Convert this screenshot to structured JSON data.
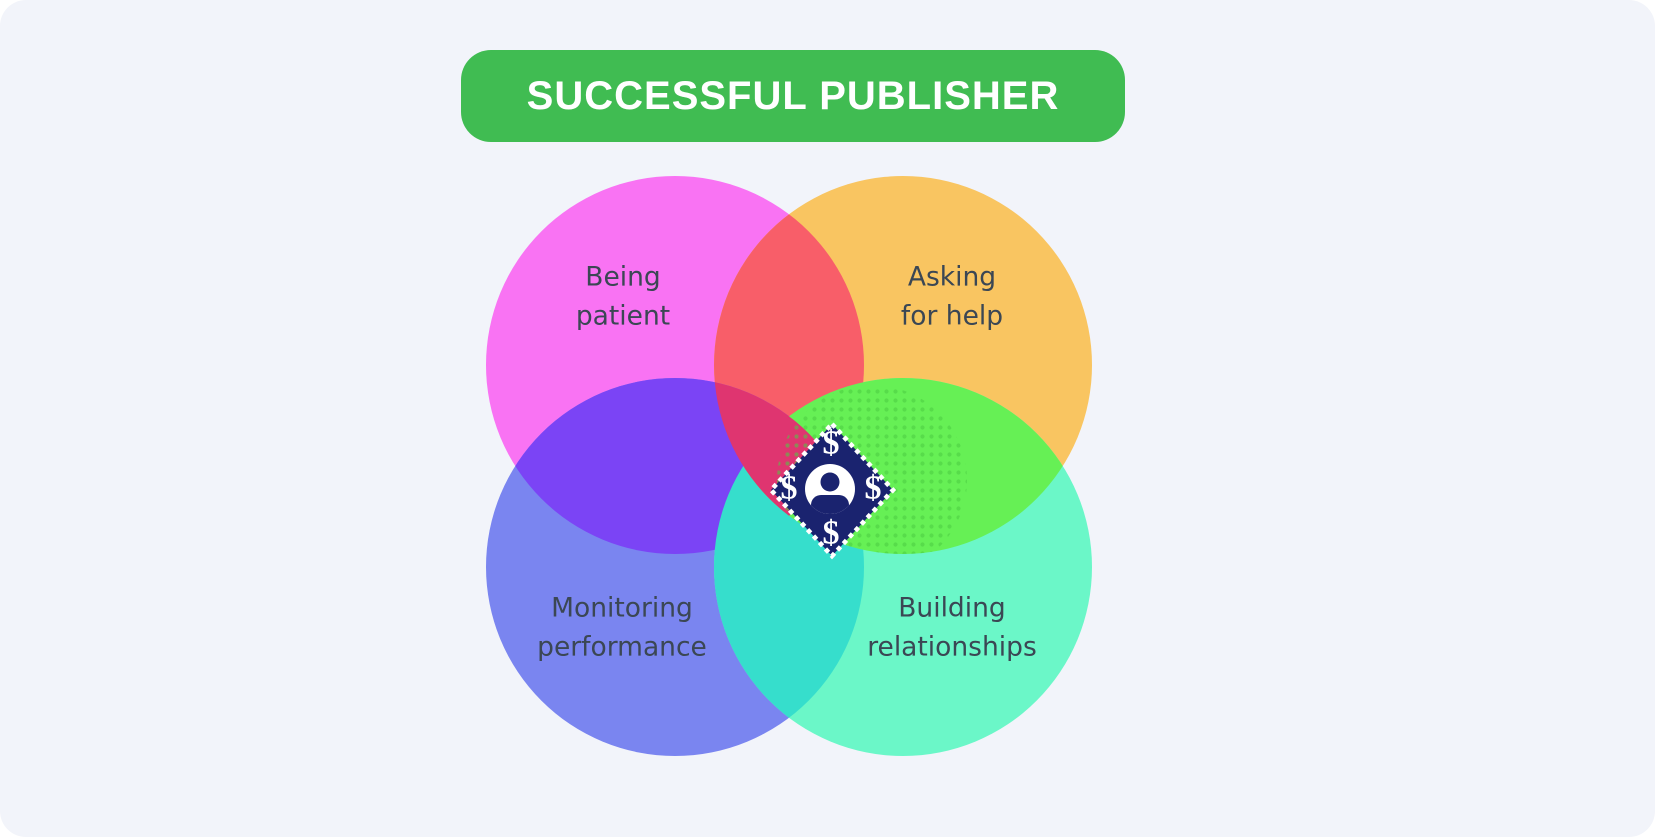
{
  "page": {
    "background_color": "#F2F4FA",
    "corner_radius": 26
  },
  "header": {
    "label": "SUCCESSFUL PUBLISHER",
    "bg_color": "#40BC52",
    "text_color": "#FFFFFF"
  },
  "diagram": {
    "type": "venn-4-circles",
    "label_text_color": "#3B4754",
    "circles": [
      {
        "id": "being-patient",
        "position": "top-left",
        "color": "#F973F3",
        "line1": "Being",
        "line2": "patient"
      },
      {
        "id": "asking-for-help",
        "position": "top-right",
        "color": "#F9C561",
        "line1": "Asking",
        "line2": "for help"
      },
      {
        "id": "monitoring-performance",
        "position": "bottom-left",
        "color": "#7A85F0",
        "line1": "Monitoring",
        "line2": "performance"
      },
      {
        "id": "building-relationships",
        "position": "bottom-right",
        "color": "#6BF7C8",
        "line1": "Building",
        "line2": "relationships"
      }
    ],
    "overlaps": {
      "top_red": "#F85E69",
      "left_violet": "#7B44F5",
      "bottom_teal": "#36DECC",
      "right_green": "#66F055",
      "triple_crimson": "#DF3570",
      "halftone_dot_green": "#4BCB41"
    },
    "center_badge": {
      "shape": "diamond-dotted-border",
      "bg_color": "#1A236F",
      "border_color": "#FFFFFF",
      "icon": "person-icon",
      "dollar_symbol": "$"
    }
  }
}
